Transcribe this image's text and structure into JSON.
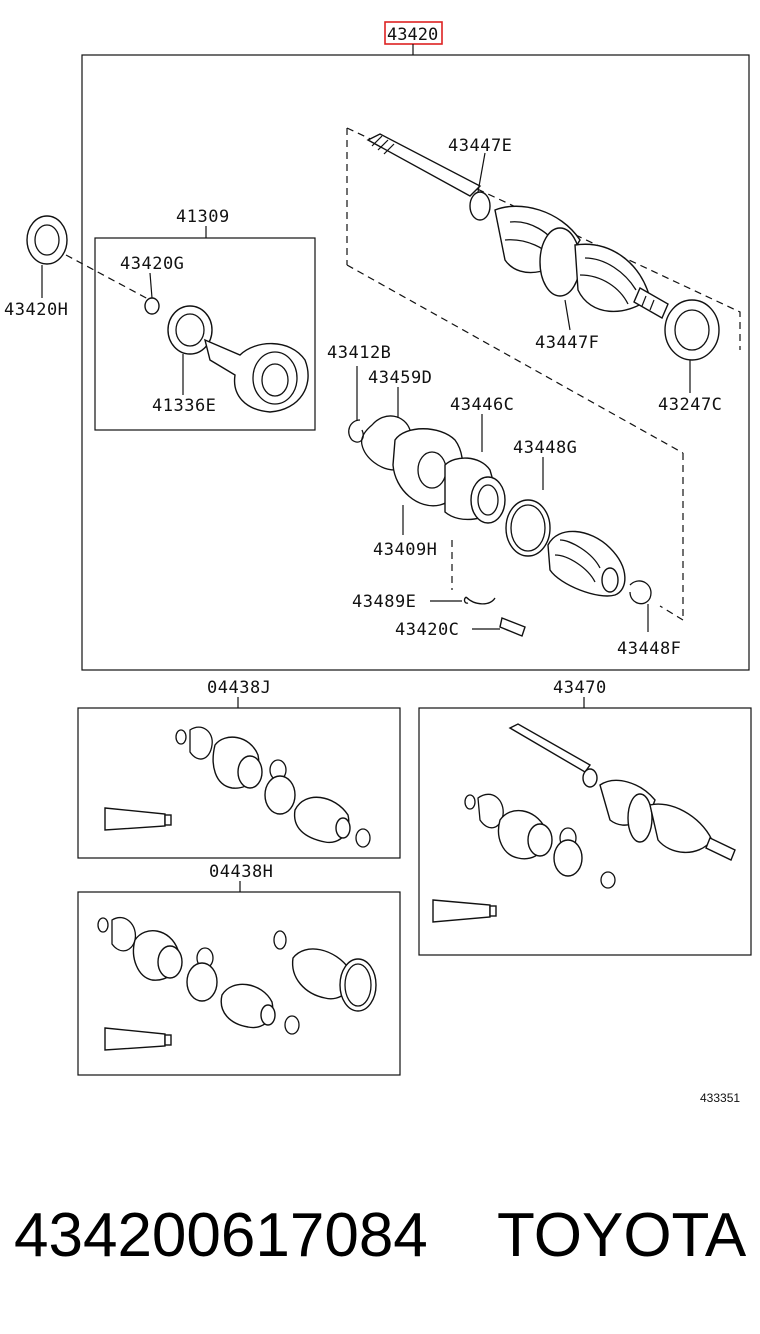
{
  "diagram": {
    "main_assembly": "43420",
    "labels": {
      "l43447E": "43447E",
      "l43447F": "43447F",
      "l43247C": "43247C",
      "l41309": "41309",
      "l43420G": "43420G",
      "l43420H": "43420H",
      "l41336E": "41336E",
      "l43412B": "43412B",
      "l43459D": "43459D",
      "l43446C": "43446C",
      "l43448G": "43448G",
      "l43409H": "43409H",
      "l43489E": "43489E",
      "l43420C": "43420C",
      "l43448F": "43448F",
      "l04438J": "04438J",
      "l43470": "43470",
      "l04438H": "04438H"
    },
    "figure_number": "433351"
  },
  "footer": {
    "part_number": "434200617084",
    "brand": "TOYOTA"
  }
}
